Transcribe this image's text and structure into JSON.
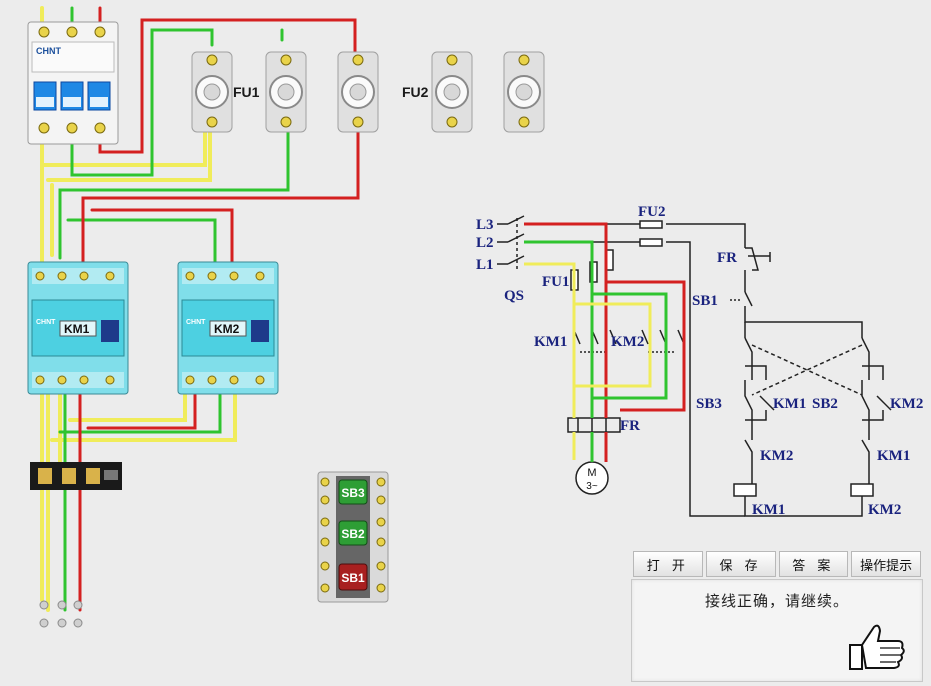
{
  "labels": {
    "fu1_top": "FU1",
    "fu2_top": "FU2",
    "km1_box": "KM1",
    "km2_box": "KM2",
    "brand": "CHNT",
    "sb3": "SB3",
    "sb2": "SB2",
    "sb1": "SB1",
    "schematic": {
      "l3": "L3",
      "l2": "L2",
      "l1": "L1",
      "qs": "QS",
      "fu2": "FU2",
      "fu1": "FU1",
      "fr_top": "FR",
      "sb1": "SB1",
      "km1_main": "KM1",
      "km2_main": "KM2",
      "fr_bottom": "FR",
      "sb3": "SB3",
      "km1_hold": "KM1",
      "sb2": "SB2",
      "km2_hold": "KM2",
      "km2_interlock": "KM2",
      "km1_interlock": "KM1",
      "km1_coil": "KM1",
      "km2_coil": "KM2",
      "motor_m": "M",
      "motor_3": "3~"
    }
  },
  "toolbar": {
    "open": "打 开",
    "save": "保 存",
    "answer": "答 案",
    "hint": "操作提示"
  },
  "message": "接线正确，请继续。",
  "colors": {
    "yellow": "#f0ec5a",
    "green": "#2fc42f",
    "red": "#d42020",
    "schematic_line": "#222222",
    "label_blue": "#1a237e"
  }
}
